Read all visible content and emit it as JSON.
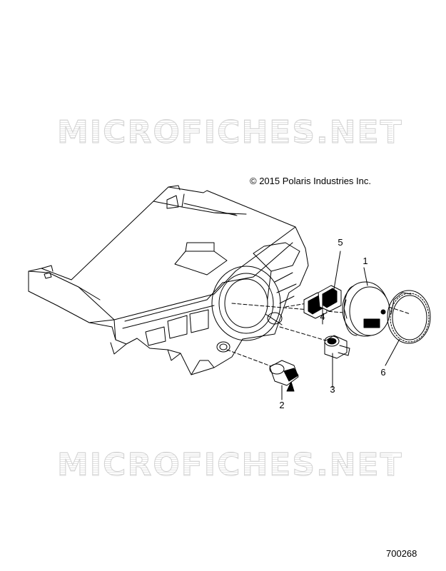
{
  "watermarks": [
    "MICROFICHES.NET",
    "MICROFICHES.NET"
  ],
  "copyright": "© 2015 Polaris Industries Inc.",
  "diagram_id": "700268",
  "callouts": [
    "1",
    "2",
    "3",
    "4",
    "5",
    "6"
  ]
}
